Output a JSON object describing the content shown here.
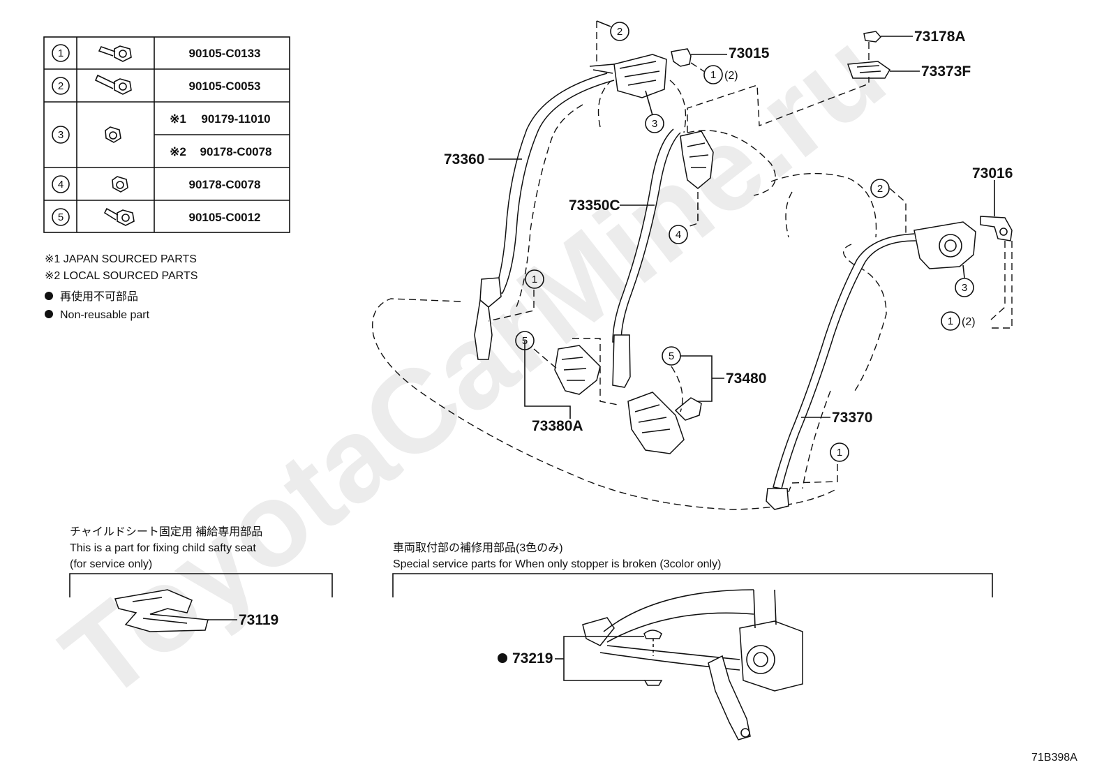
{
  "watermark": "ToyotaCarMine.ru",
  "diagram_code": "71B398A",
  "fastener_table": [
    {
      "num": "1",
      "part": "90105-C0133"
    },
    {
      "num": "2",
      "part": "90105-C0053"
    },
    {
      "num": "3",
      "parts": [
        {
          "mark": "※1",
          "part": "90179-11010"
        },
        {
          "mark": "※2",
          "part": "90178-C0078"
        }
      ]
    },
    {
      "num": "4",
      "part": "90178-C0078"
    },
    {
      "num": "5",
      "part": "90105-C0012"
    }
  ],
  "notes": {
    "japan": "※1  JAPAN SOURCED PARTS",
    "local": "※2  LOCAL SOURCED PARTS",
    "nonreusable_jp": "再使用不可部品",
    "nonreusable_en": "Non-reusable part"
  },
  "callouts": {
    "p73178A": "73178A",
    "p73373F": "73373F",
    "p73015": "73015",
    "p73015_ref": "(2)",
    "p73016": "73016",
    "p73016_ref": "(2)",
    "p73360": "73360",
    "p73350C": "73350C",
    "p73480": "73480",
    "p73380A": "73380A",
    "p73370": "73370",
    "p73119": "73119",
    "p73219": "73219"
  },
  "circle_labels": {
    "c_top2": "2",
    "c_top1": "1",
    "c_top3": "3",
    "c_mid4": "4",
    "c_left1": "1",
    "c_left5": "5",
    "c_mid5": "5",
    "c_right2": "2",
    "c_right3": "3",
    "c_right1": "1",
    "c_low1": "1"
  },
  "child_seat": {
    "jp": "チャイルドシート固定用  補給専用部品",
    "en1": "This is a part for fixing child safty seat",
    "en2": "(for service only)"
  },
  "special": {
    "jp": "車両取付部の補修用部品(3色のみ)",
    "en": "Special service parts for When only stopper is broken (3color only)"
  }
}
